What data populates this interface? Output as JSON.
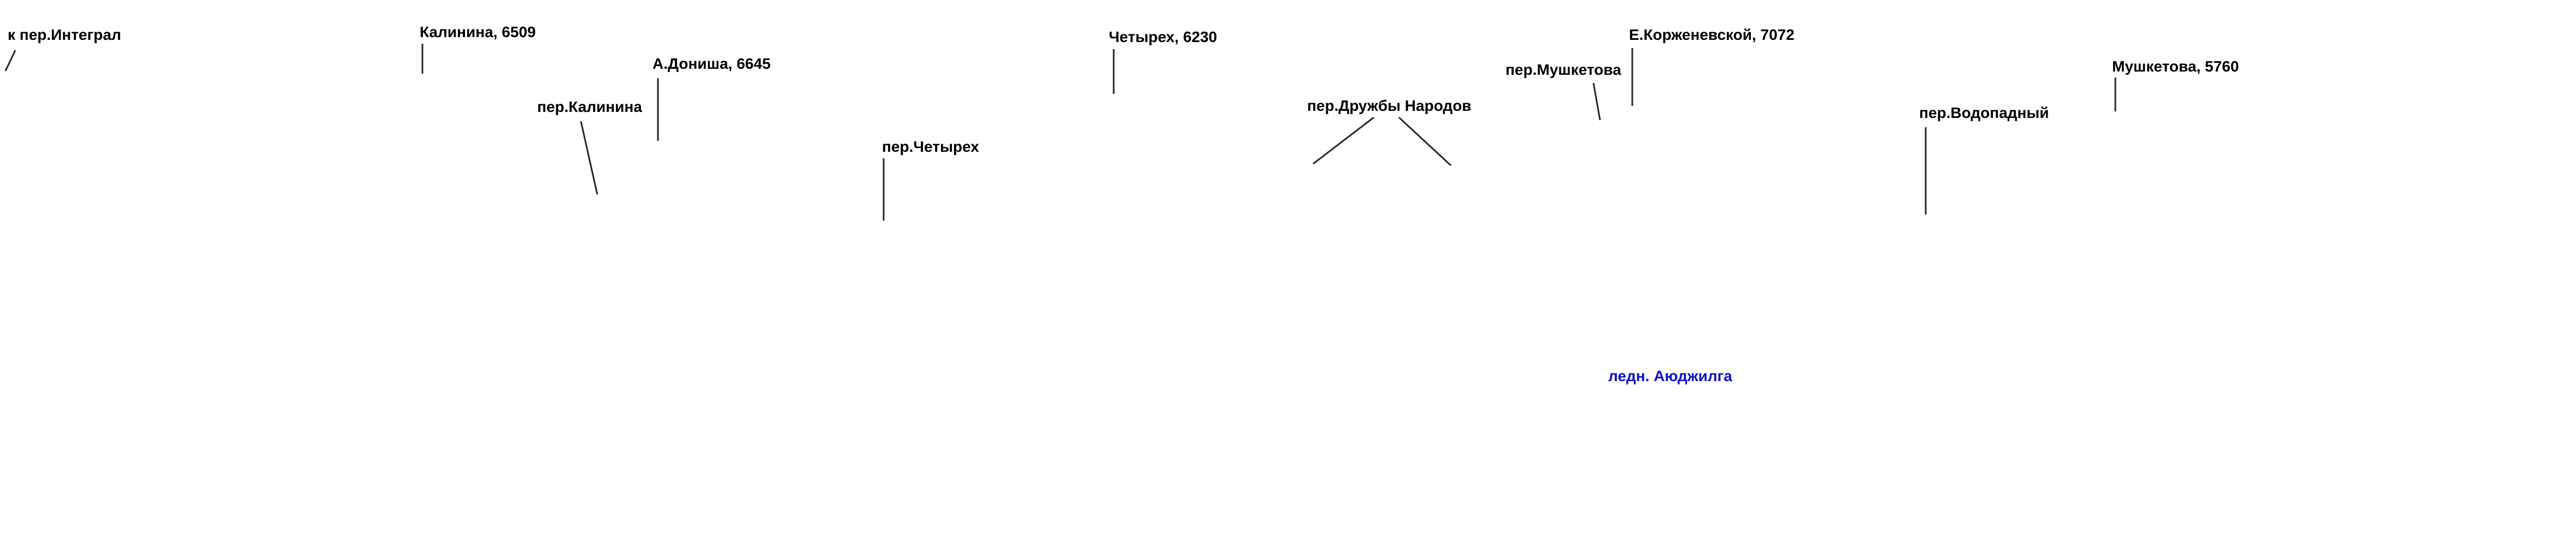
{
  "labels": {
    "integral": "к пер.Интеграл",
    "kalinina_peak": "Калинина, 6509",
    "donisha_peak": "А.Дониша, 6645",
    "kalinina_pass": "пер.Калинина",
    "chetyreh_pass": "пер.Четырех",
    "chetyreh_peak": "Четырех, 6230",
    "druzhby_pass": "пер.Дружбы Народов",
    "mushketova_pass": "пер.Мушкетова",
    "korzhenevskoy_peak": "Е.Корженевской, 7072",
    "vodopadny_pass": "пер.Водопадный",
    "mushketova_peak": "Мушкетова, 5760",
    "glacier": "ледн. Аюджилга"
  },
  "colors": {
    "label_text": "#000000",
    "leader_line": "#222831",
    "glacier_text": "#1010cc",
    "background": "#ffffff"
  }
}
